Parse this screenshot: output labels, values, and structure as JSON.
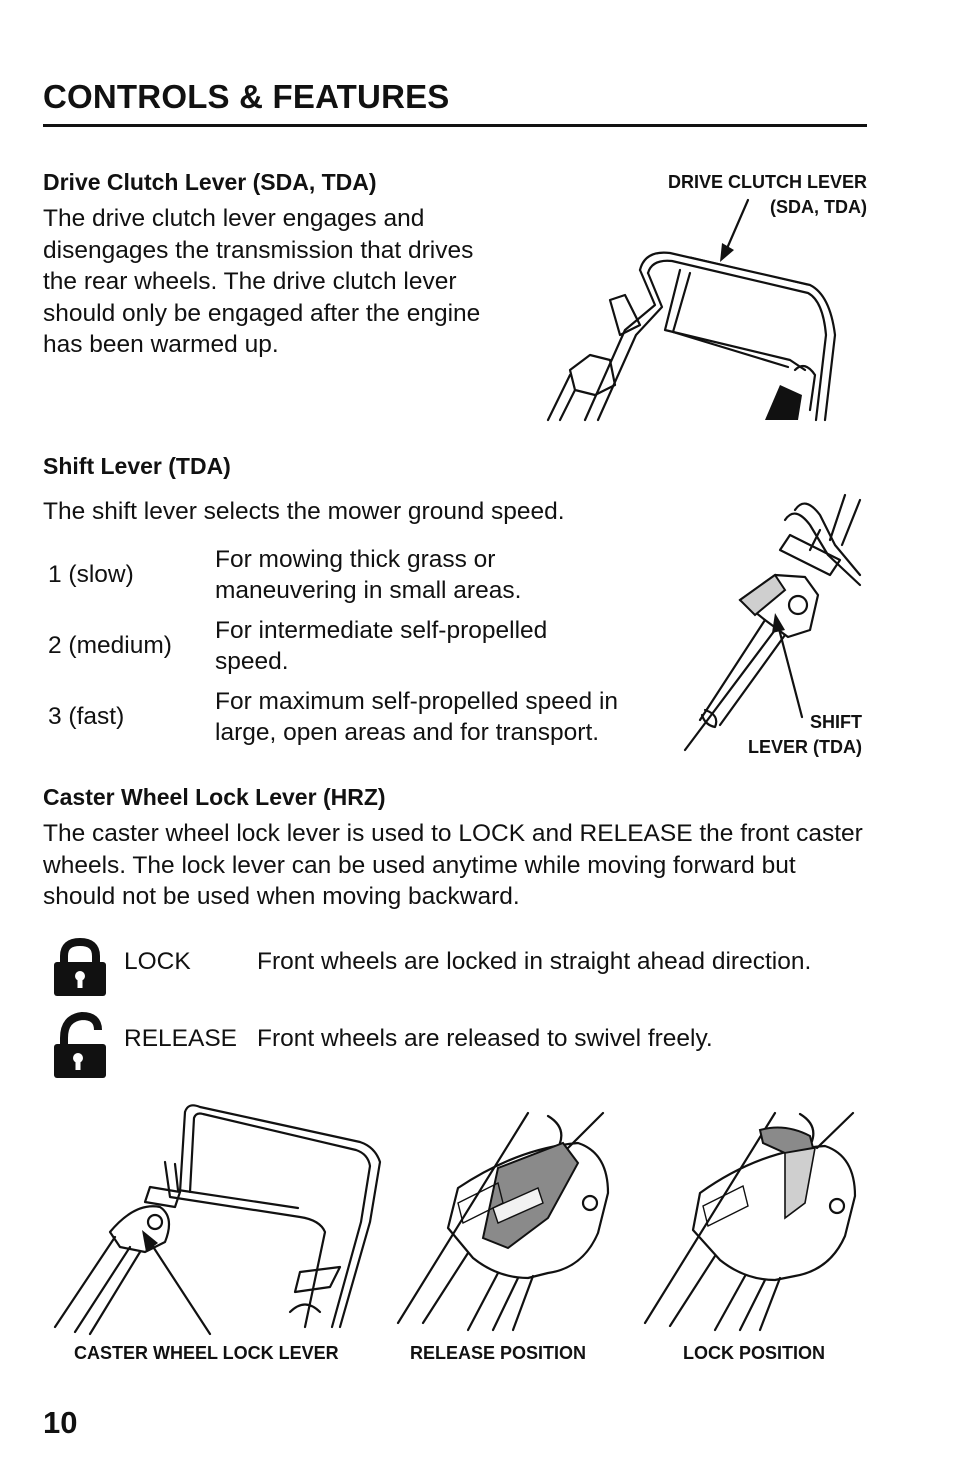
{
  "page": {
    "title": "CONTROLS & FEATURES",
    "page_number": "10"
  },
  "drive_clutch": {
    "heading": "Drive Clutch Lever (SDA, TDA)",
    "text": "The drive clutch lever engages and disengages the transmission that drives the rear wheels. The drive clutch lever should only be engaged after the engine has been warmed up.",
    "callout_line1": "DRIVE CLUTCH LEVER",
    "callout_line2": "(SDA, TDA)"
  },
  "shift_lever": {
    "heading": "Shift Lever (TDA)",
    "intro": "The shift lever selects the mower ground speed.",
    "rows": [
      {
        "label": "1 (slow)",
        "desc_line1": "For mowing thick grass or",
        "desc_line2": "maneuvering in small areas."
      },
      {
        "label": "2 (medium)",
        "desc_line1": "For intermediate self-propelled",
        "desc_line2": "speed."
      },
      {
        "label": "3 (fast)",
        "desc_line1": "For maximum self-propelled speed in",
        "desc_line2": "large, open areas and for transport."
      }
    ],
    "callout_line1": "SHIFT",
    "callout_line2": "LEVER (TDA)"
  },
  "caster": {
    "heading": "Caster Wheel Lock Lever (HRZ)",
    "text": "The caster wheel lock lever is used to LOCK and RELEASE the front caster wheels. The lock lever can be used anytime while moving forward but should not be used when moving backward.",
    "lock_label": "LOCK",
    "lock_desc": "Front wheels are locked in straight ahead direction.",
    "release_label": "RELEASE",
    "release_desc": "Front wheels are released to swivel freely."
  },
  "figures": {
    "caster_lever_caption": "CASTER WHEEL LOCK LEVER",
    "release_caption": "RELEASE POSITION",
    "lock_caption": "LOCK POSITION"
  },
  "icons": {
    "lock": "lock-closed-icon",
    "release": "lock-open-icon"
  }
}
